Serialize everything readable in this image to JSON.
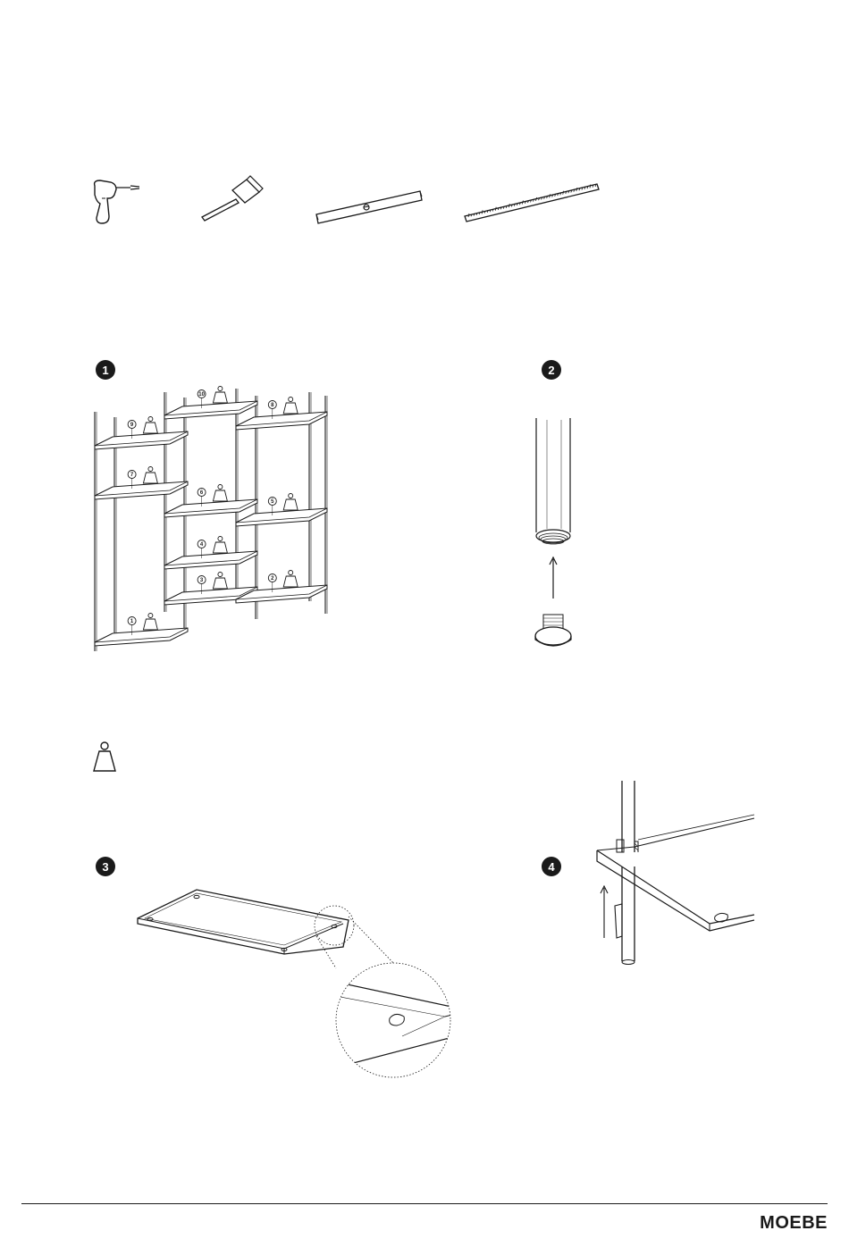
{
  "brand": "MOEBE",
  "tools": [
    {
      "icon": "drill-icon"
    },
    {
      "icon": "hammer-icon"
    },
    {
      "icon": "spirit-level-icon"
    },
    {
      "icon": "ruler-icon"
    }
  ],
  "steps": [
    {
      "number": "1"
    },
    {
      "number": "2"
    },
    {
      "number": "3"
    },
    {
      "number": "4"
    }
  ],
  "shelf_numbers": [
    "1",
    "2",
    "3",
    "4",
    "5",
    "6",
    "7",
    "8",
    "9",
    "10"
  ]
}
